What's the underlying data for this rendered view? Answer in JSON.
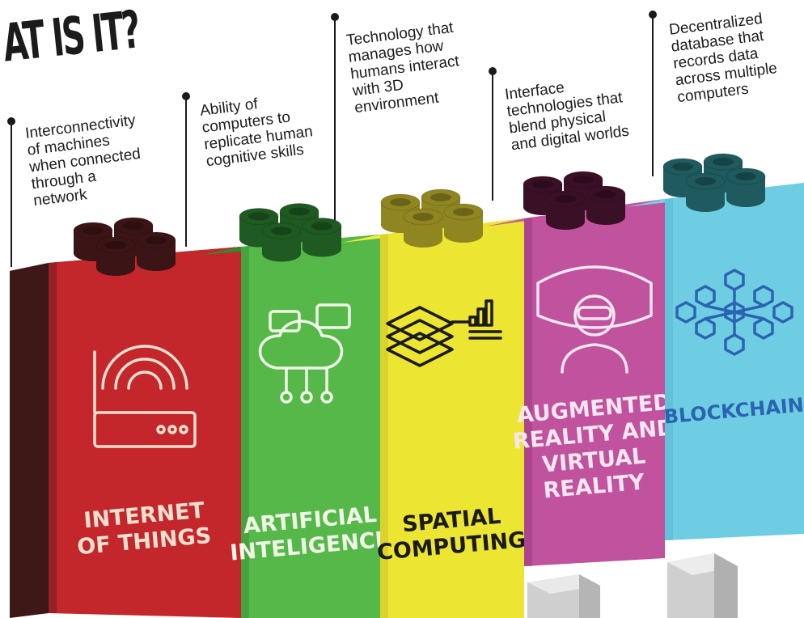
{
  "title": "AT IS IT?",
  "blocks": [
    {
      "label_lines": [
        "INTERNET",
        "OF THINGS"
      ],
      "description": "Interconnectivity\nof machines\nwhen connected\nthrough a\nnetwork",
      "icon": "router-icon",
      "colors": {
        "front": "#c3272c",
        "side": "#3e1717",
        "top": "#3e1717",
        "stud": "#3b1416",
        "text": "#f1e0d0"
      }
    },
    {
      "label_lines": [
        "ARTIFICIAL",
        "INTELIGENCE"
      ],
      "description": "Ability of\ncomputers to\nreplicate human\ncognitive skills",
      "icon": "brain-chat-icon",
      "colors": {
        "front": "#55b848",
        "side": "#2c7b2a",
        "top": "#2f8b2e",
        "stud": "#1f5a22",
        "text": "#f1f7e8"
      }
    },
    {
      "label_lines": [
        "SPATIAL",
        "COMPUTING"
      ],
      "description": "Technology that\nmanages how\nhumans interact\nwith 3D\nenvironment",
      "icon": "layers-icon",
      "colors": {
        "front": "#ece532",
        "side": "#b9b323",
        "top": "#f0ea3c",
        "stud": "#8f8621",
        "text": "#1a1a1a"
      }
    },
    {
      "label_lines": [
        "AUGMENTED",
        "REALITY AND",
        "VIRTUAL",
        "REALITY"
      ],
      "description": "Interface\ntechnologies that\nblend physical\nand digital worlds",
      "icon": "vr-headset-icon",
      "colors": {
        "front": "#c0529e",
        "side": "#8a2f70",
        "top": "#c45aa3",
        "stud": "#3a1026",
        "text": "#f6e6f0"
      }
    },
    {
      "label_lines": [
        "BLOCKCHAIN"
      ],
      "description": "Decentralized\ndatabase that\nrecords data\nacross multiple\ncomputers",
      "icon": "blockchain-network-icon",
      "colors": {
        "front": "#6fcde3",
        "side": "#4aaec8",
        "top": "#76d1e6",
        "stud": "#1e5a5e",
        "text": "#2a64b0"
      }
    }
  ]
}
